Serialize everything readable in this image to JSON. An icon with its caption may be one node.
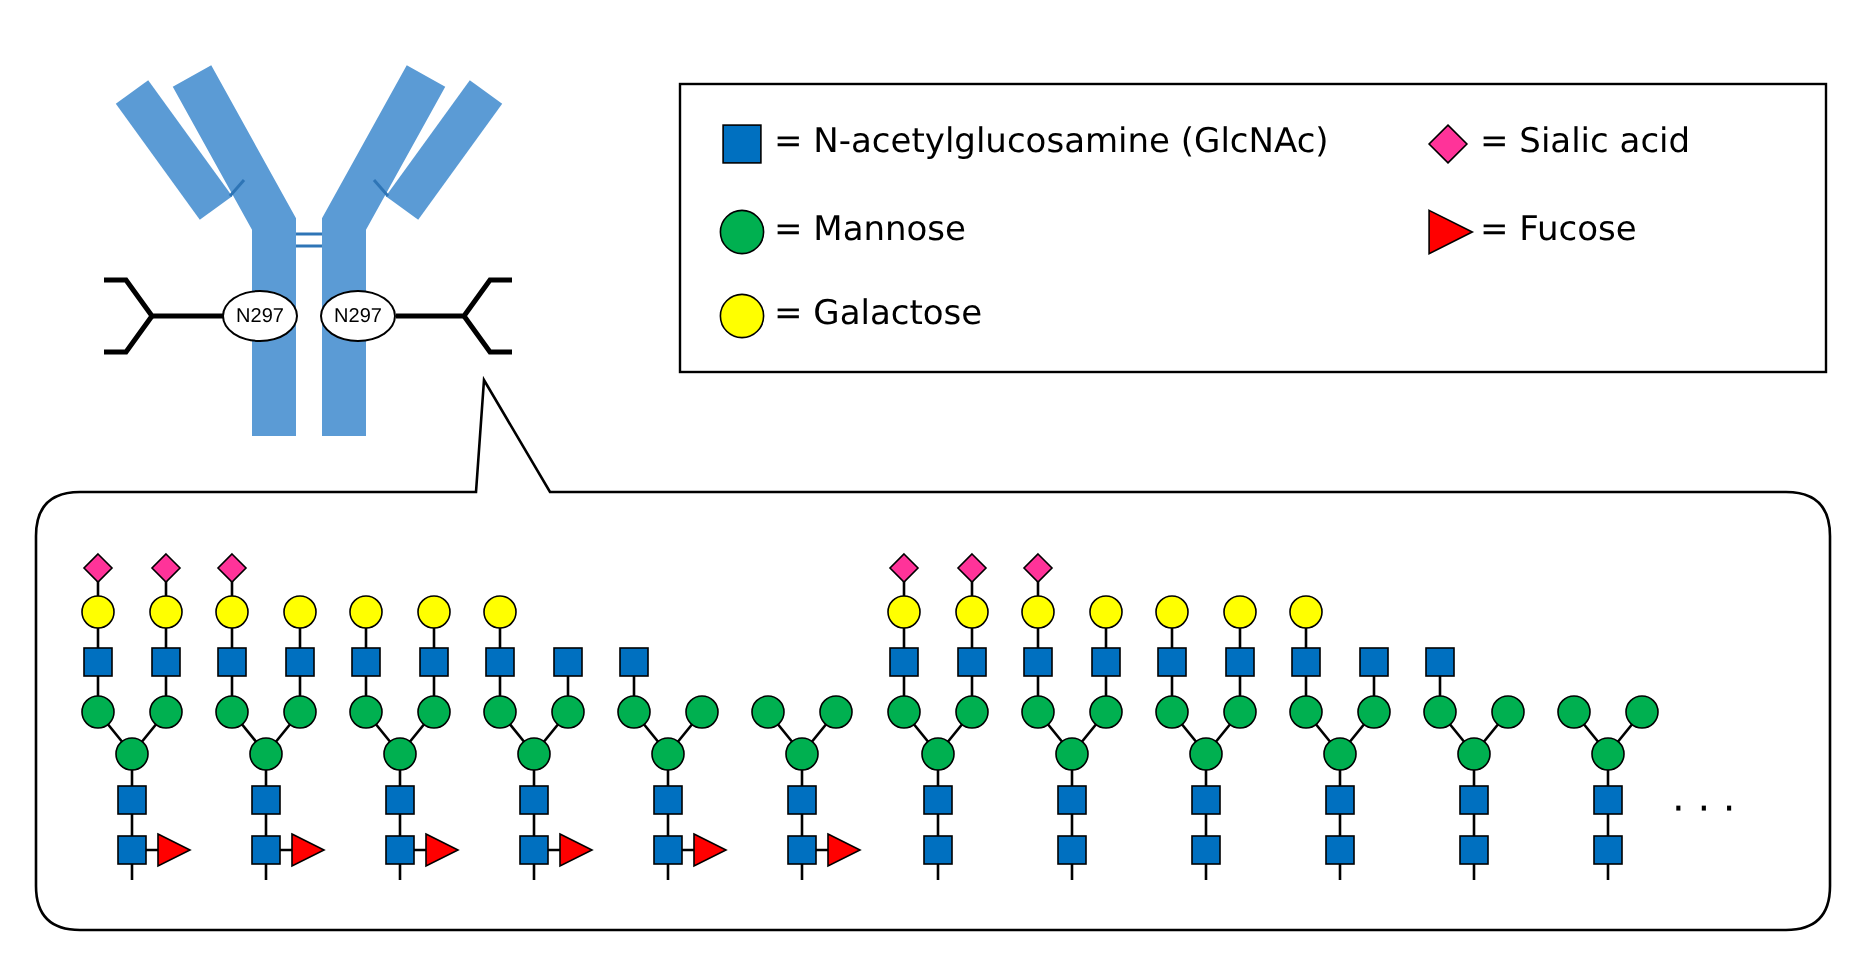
{
  "diagram": {
    "nodes": [
      {
        "text": [
          "N297"
        ]
      },
      {
        "text": [
          "N297"
        ]
      }
    ],
    "labels": [
      "· · ·"
    ],
    "legend": [
      {
        "text": "= N-acetylglucosamine (GlcNAc)"
      },
      {
        "text": "= Mannose"
      },
      {
        "text": "= Galactose"
      },
      {
        "text": "= Sialic acid"
      },
      {
        "text": "= Fucose"
      }
    ]
  }
}
